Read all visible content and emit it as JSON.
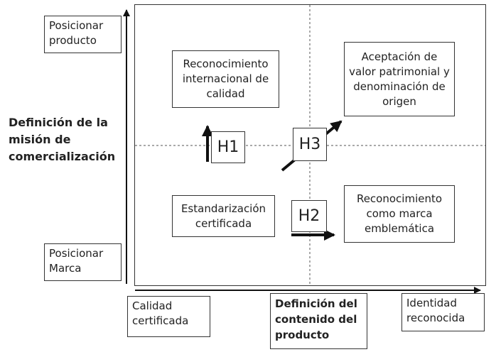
{
  "y_axis": {
    "title": "Definición de la misión de comercialización",
    "top_label": "Posicionar producto",
    "bottom_label": "Posicionar Marca"
  },
  "x_axis": {
    "title": "Definición del contenido del producto",
    "left_label": "Calidad certificada",
    "right_label": "Identidad reconocida"
  },
  "quadrants": {
    "top_left": "Reconocimiento internacional de calidad",
    "top_right": "Aceptación de valor patrimonial y denominación de origen",
    "bottom_left": "Estandarización certificada",
    "bottom_right": "Reconocimiento como marca emblemática"
  },
  "hypotheses": {
    "h1": "H1",
    "h2": "H2",
    "h3": "H3"
  }
}
